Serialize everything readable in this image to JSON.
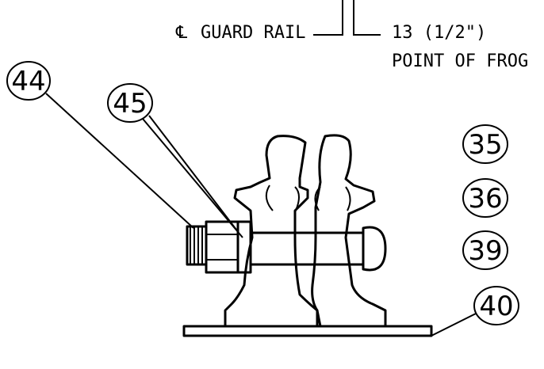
{
  "labels": {
    "guard_rail": "GUARD RAIL",
    "centerline_symbol": "℄",
    "dimension": "13 (1/2\")",
    "point_of_frog": "POINT OF FROG"
  },
  "balloons": [
    "44",
    "45",
    "35",
    "36",
    "39",
    "40"
  ]
}
